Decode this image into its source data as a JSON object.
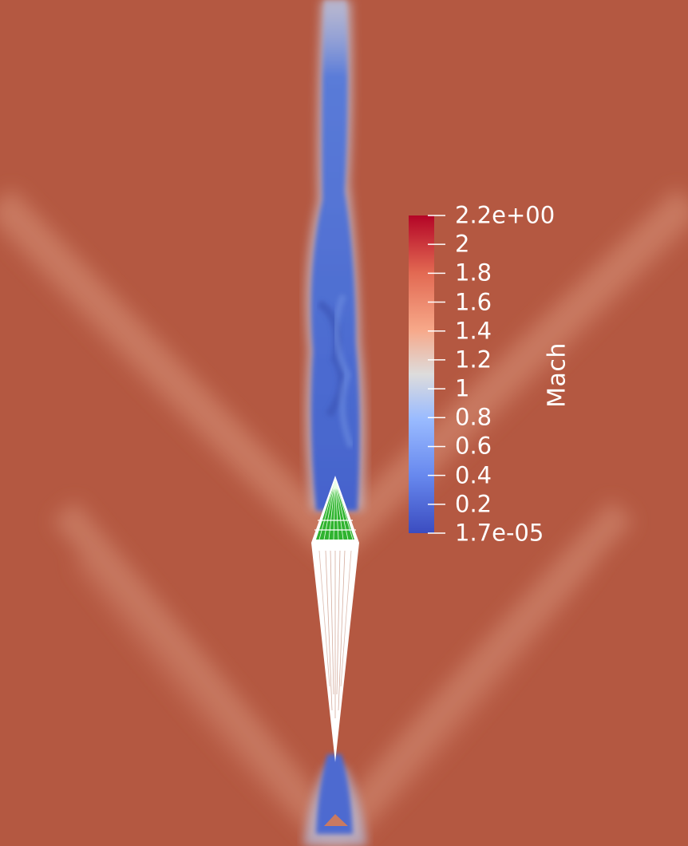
{
  "colorbar": {
    "title": "Mach",
    "min": 1.7e-05,
    "max": 2.2,
    "tick_labels": [
      {
        "label": "2.2e+00",
        "value": 2.2
      },
      {
        "label": "2",
        "value": 2.0
      },
      {
        "label": "1.8",
        "value": 1.8
      },
      {
        "label": "1.6",
        "value": 1.6
      },
      {
        "label": "1.4",
        "value": 1.4
      },
      {
        "label": "1.2",
        "value": 1.2
      },
      {
        "label": "1",
        "value": 1.0
      },
      {
        "label": "0.8",
        "value": 0.8
      },
      {
        "label": "0.6",
        "value": 0.6
      },
      {
        "label": "0.4",
        "value": 0.4
      },
      {
        "label": "0.2",
        "value": 0.2
      },
      {
        "label": "1.7e-05",
        "value": 1.7e-05
      }
    ],
    "colormap": {
      "low": "#3b4cc0",
      "mid": "#dddddd",
      "high": "#b40426"
    }
  },
  "scene": {
    "background_color": "#b4563f",
    "wake_color": "#4a6cd0",
    "body_color": "#ffffff",
    "mesh_color": "#22b022"
  }
}
